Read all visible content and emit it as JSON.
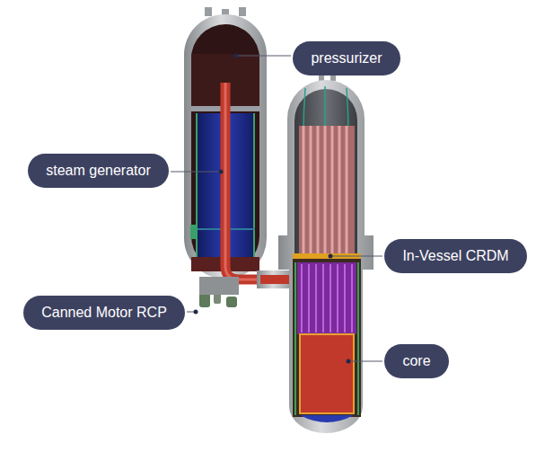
{
  "diagram": {
    "nodes": [
      {
        "text": [
          "pressurizer"
        ]
      },
      {
        "text": [
          "steam generator"
        ]
      },
      {
        "text": [
          "In-Vessel CRDM"
        ]
      },
      {
        "text": [
          "Canned Motor RCP"
        ]
      },
      {
        "text": [
          "core"
        ]
      }
    ]
  }
}
